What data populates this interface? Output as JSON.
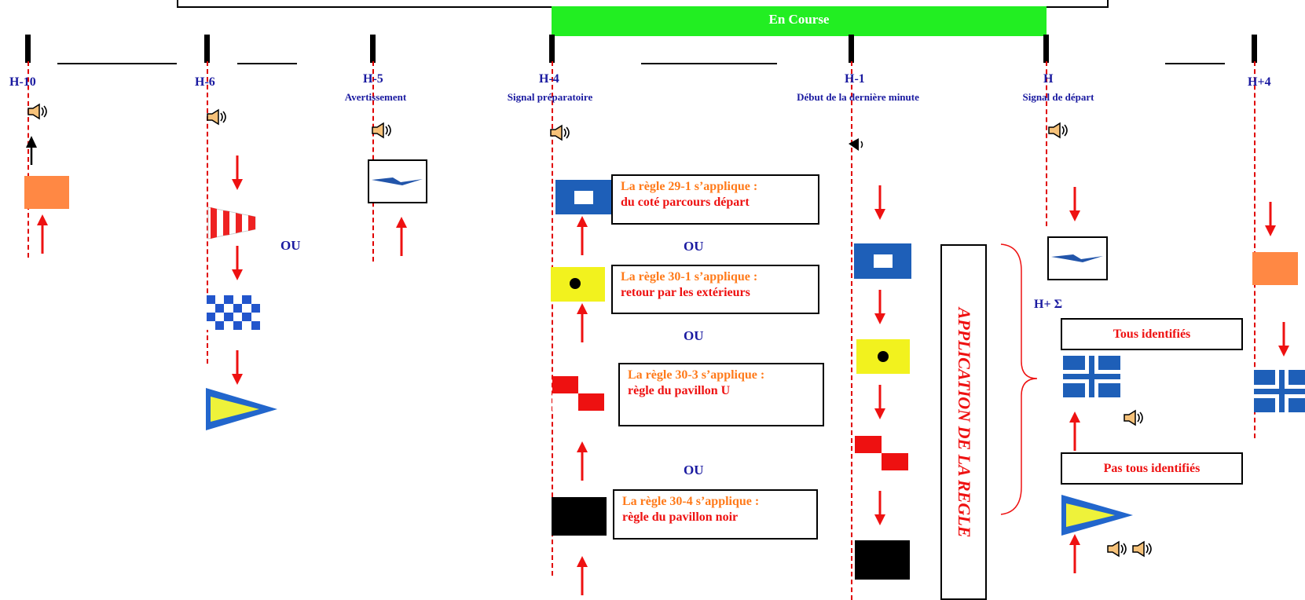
{
  "banner": {
    "label": "En Course"
  },
  "timeline": {
    "h10": {
      "label": "H-10"
    },
    "h6": {
      "label": "H-6"
    },
    "h5": {
      "label": "H-5",
      "sub": "Avertissement"
    },
    "h4": {
      "label": "H-4",
      "sub": "Signal préparatoire"
    },
    "h1": {
      "label": "H-1",
      "sub": "Début de la dernière minute"
    },
    "h": {
      "label": "H",
      "sub": "Signal de départ"
    },
    "hp4": {
      "label": "H+4"
    }
  },
  "or_label": "OU",
  "rules": [
    {
      "title": "La règle 29-1 s’applique :",
      "text": "du coté parcours départ"
    },
    {
      "title": "La règle 30-1 s’applique :",
      "text": "retour par les extérieurs"
    },
    {
      "title": "La règle 30-3 s’applique :",
      "text": "règle du pavillon U"
    },
    {
      "title": "La règle 30-4 s’applique :",
      "text": "règle du pavillon noir"
    }
  ],
  "application": "APPLICATION DE LA REGLE",
  "h_sigma": "H+ Σ",
  "identified": {
    "all": "Tous identifiés",
    "not_all": "Pas tous identifiés"
  },
  "colors": {
    "course": "#22ee22",
    "rule_title": "#ff7a1a",
    "rule_text": "#ee1111",
    "label": "#1a1aa0",
    "arrow": "#ee1111"
  },
  "icons": [
    "horn-icon",
    "arrow-up-icon",
    "arrow-down-icon",
    "flag-icon"
  ]
}
